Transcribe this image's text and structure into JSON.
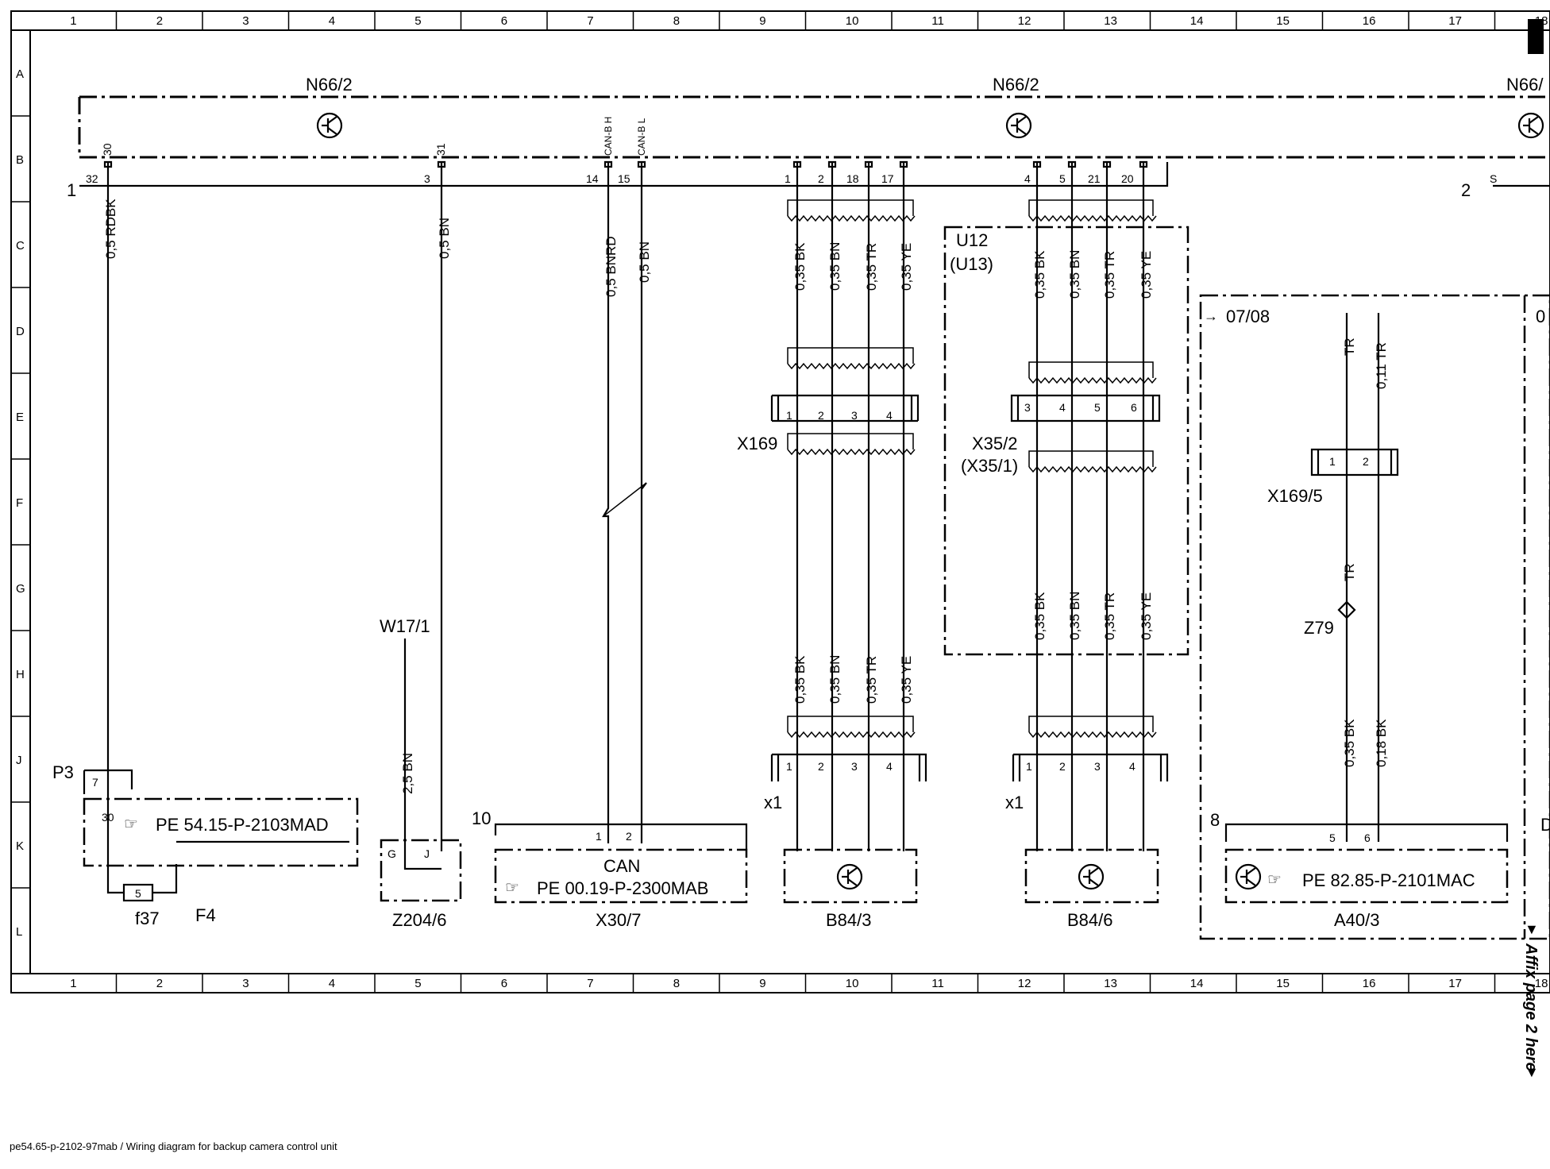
{
  "grid": {
    "columns": [
      "1",
      "2",
      "3",
      "4",
      "5",
      "6",
      "7",
      "8",
      "9",
      "10",
      "11",
      "12",
      "13",
      "14",
      "15",
      "16",
      "17",
      "18"
    ],
    "rows": [
      "A",
      "B",
      "C",
      "D",
      "E",
      "F",
      "G",
      "H",
      "J",
      "K",
      "L"
    ]
  },
  "n66": {
    "label_left": "N66/2",
    "label_mid": "N66/2",
    "label_right": "N66/",
    "pins": {
      "p30": "30",
      "p31": "31",
      "canh": "CAN-B H",
      "canl": "CAN-B L",
      "n32": "32",
      "n3": "3",
      "n14": "14",
      "n15": "15",
      "n1": "1",
      "n2": "2",
      "n18": "18",
      "n17": "17",
      "n4": "4",
      "n5": "5",
      "n21": "21",
      "n20": "20",
      "s": "S"
    },
    "pin_marker_left": "1",
    "pin_marker_right": "2"
  },
  "wires": {
    "rdbk": "0,5 RDBK",
    "bn_mid": "0,5 BN",
    "bnrd": "0,5 BNRD",
    "bn_can": "0,5 BN",
    "bk": "0,35 BK",
    "bn": "0,35 BN",
    "tr": "0,35 TR",
    "ye": "0,35 YE",
    "w17_bn": "2,5 BN",
    "tr_small": "TR",
    "tr011": "0,11 TR",
    "bk035": "0,35 BK",
    "bk018": "0,18 BK"
  },
  "u12": {
    "label": "U12",
    "label2": "(U13)"
  },
  "x169": {
    "label": "X169",
    "pins": [
      "1",
      "2",
      "3",
      "4"
    ]
  },
  "x352": {
    "label": "X35/2",
    "label2": "(X35/1)",
    "pins": [
      "3",
      "4",
      "5",
      "6"
    ]
  },
  "x1": {
    "label": "x1",
    "pins": [
      "1",
      "2",
      "3",
      "4"
    ]
  },
  "right_section": {
    "ref": "07/08",
    "ref_cut": "0",
    "x1695": "X169/5",
    "x1695_pins": [
      "1",
      "2"
    ],
    "z79": "Z79",
    "a403_pins": [
      "5",
      "6"
    ],
    "marker8": "8",
    "d_cut": "D"
  },
  "components": {
    "p3": "P3",
    "p3_pin7": "7",
    "p3_pin30": "30",
    "p3_ref": "PE 54.15-P-2103MAD",
    "f37": "f37",
    "f4": "F4",
    "fuse_num": "5",
    "w171": "W17/1",
    "z2046": "Z204/6",
    "z_pin_g": "G",
    "z_pin_j": "J",
    "marker10": "10",
    "x307_pins": [
      "1",
      "2"
    ],
    "can": "CAN",
    "x307_ref": "PE 00.19-P-2300MAB",
    "x307": "X30/7",
    "b843": "B84/3",
    "b846": "B84/6",
    "a403_ref": "PE 82.85-P-2101MAC",
    "a403": "A40/3"
  },
  "affix": "Affix page 2 here",
  "caption": "pe54.65-p-2102-97mab / Wiring diagram for backup camera control unit"
}
